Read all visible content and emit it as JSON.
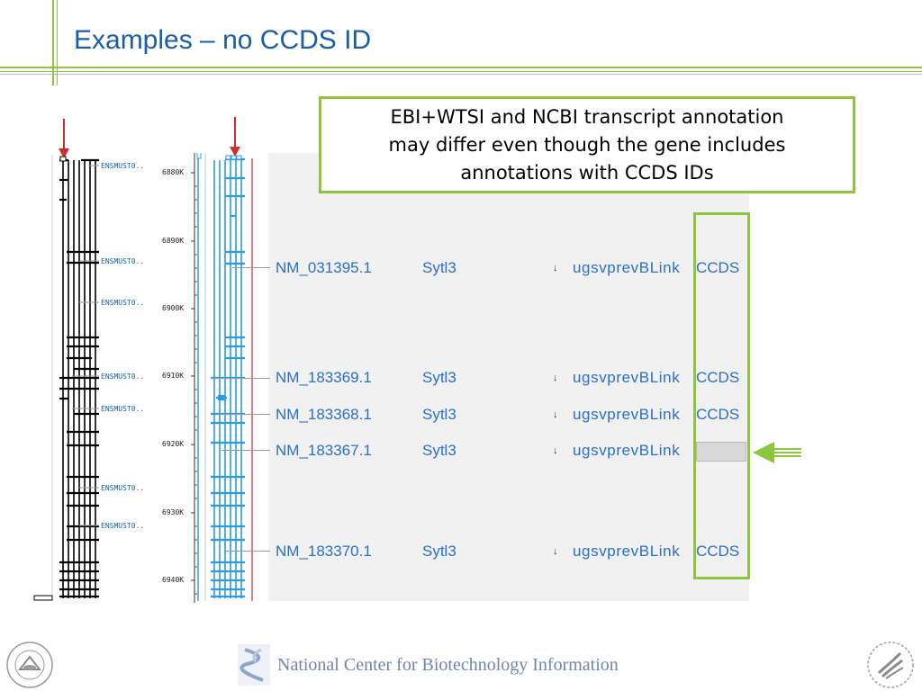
{
  "slide": {
    "title": "Examples – no CCDS ID"
  },
  "callout": {
    "lines": [
      "EBI+WTSI  and NCBI transcript annotation",
      "may differ even though the gene includes",
      "annotations with CCDS IDs"
    ]
  },
  "ensembl_track": {
    "labels": [
      "ENSMUST0..",
      "ENSMUST0..",
      "ENSMUST0..",
      "ENSMUST0..",
      "ENSMUST0..",
      "ENSMUST0..",
      "ENSMUST0.."
    ]
  },
  "ruler": {
    "ticks": [
      "6880K",
      "6890K",
      "6900K",
      "6910K",
      "6920K",
      "6930K",
      "6940K"
    ]
  },
  "transcripts": [
    {
      "accession": "NM_031395.1",
      "gene": "Sytl3",
      "strand": "↓",
      "links": "ugsvprevBLink",
      "ccds": "CCDS"
    },
    {
      "accession": "NM_183369.1",
      "gene": "Sytl3",
      "strand": "↓",
      "links": "ugsvprevBLink",
      "ccds": "CCDS"
    },
    {
      "accession": "NM_183368.1",
      "gene": "Sytl3",
      "strand": "↓",
      "links": "ugsvprevBLink",
      "ccds": "CCDS"
    },
    {
      "accession": "NM_183367.1",
      "gene": "Sytl3",
      "strand": "↓",
      "links": "ugsvprevBLink",
      "ccds": ""
    },
    {
      "accession": "NM_183370.1",
      "gene": "Sytl3",
      "strand": "↓",
      "links": "ugsvprevBLink",
      "ccds": "CCDS"
    }
  ],
  "footer": {
    "org_name": "National Center for Biotechnology Information",
    "left_logo_icon": "nih-seal-icon",
    "center_logo_icon": "ncbi-helix-icon",
    "right_logo_icon": "hhs-eagle-icon"
  },
  "colors": {
    "title": "#1a5ea8",
    "accent_green": "#8cc63f",
    "ncbi_track": "#2a9be0",
    "marker_red": "#d22b2b",
    "link_blue": "#2a6fc9"
  }
}
